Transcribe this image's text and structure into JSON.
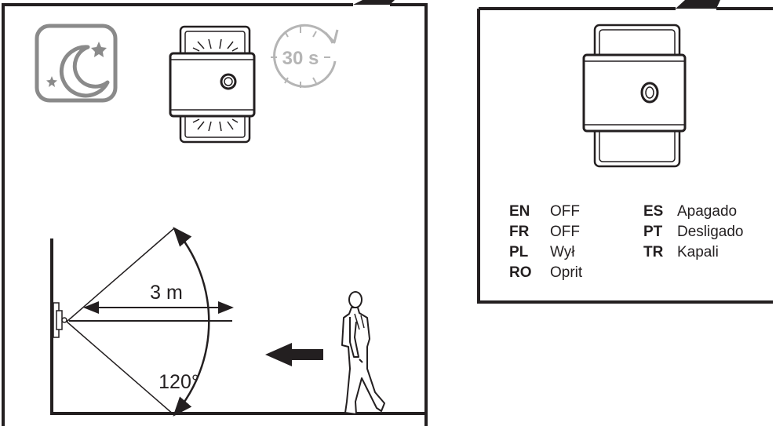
{
  "left_panel": {
    "timer_label": "30 s",
    "distance_label": "3 m",
    "angle_label": "120°"
  },
  "right_panel": {
    "languages": [
      {
        "code": "EN",
        "text": "OFF"
      },
      {
        "code": "FR",
        "text": "OFF"
      },
      {
        "code": "PL",
        "text": "Wył"
      },
      {
        "code": "RO",
        "text": "Oprit"
      },
      {
        "code": "ES",
        "text": "Apagado"
      },
      {
        "code": "PT",
        "text": "Desligado"
      },
      {
        "code": "TR",
        "text": "Kapali"
      }
    ]
  },
  "icons": [
    "moon-stars-icon",
    "timer-icon",
    "lamp-on-icon",
    "lamp-off-icon",
    "person-walking-icon",
    "direction-arrow-icon",
    "sensor-icon"
  ],
  "colors": {
    "line": "#231f20",
    "grey": "#b5b5b5",
    "gray_icon": "#8a8a8a"
  }
}
